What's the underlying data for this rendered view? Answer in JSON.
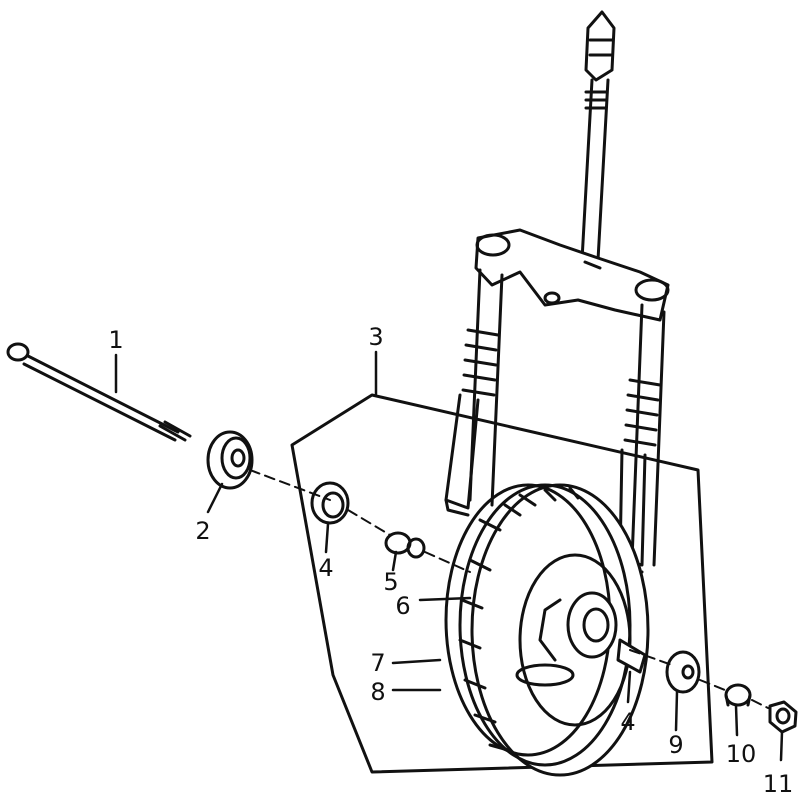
{
  "diagram": {
    "colors": {
      "ink": "#111111",
      "paper": "#ffffff"
    },
    "callouts": [
      {
        "id": "1",
        "text": "1"
      },
      {
        "id": "2",
        "text": "2"
      },
      {
        "id": "3",
        "text": "3"
      },
      {
        "id": "4a",
        "text": "4"
      },
      {
        "id": "5",
        "text": "5"
      },
      {
        "id": "6",
        "text": "6"
      },
      {
        "id": "7",
        "text": "7"
      },
      {
        "id": "8",
        "text": "8"
      },
      {
        "id": "4b",
        "text": "4"
      },
      {
        "id": "9",
        "text": "9"
      },
      {
        "id": "10",
        "text": "10"
      },
      {
        "id": "11",
        "text": "11"
      }
    ]
  }
}
